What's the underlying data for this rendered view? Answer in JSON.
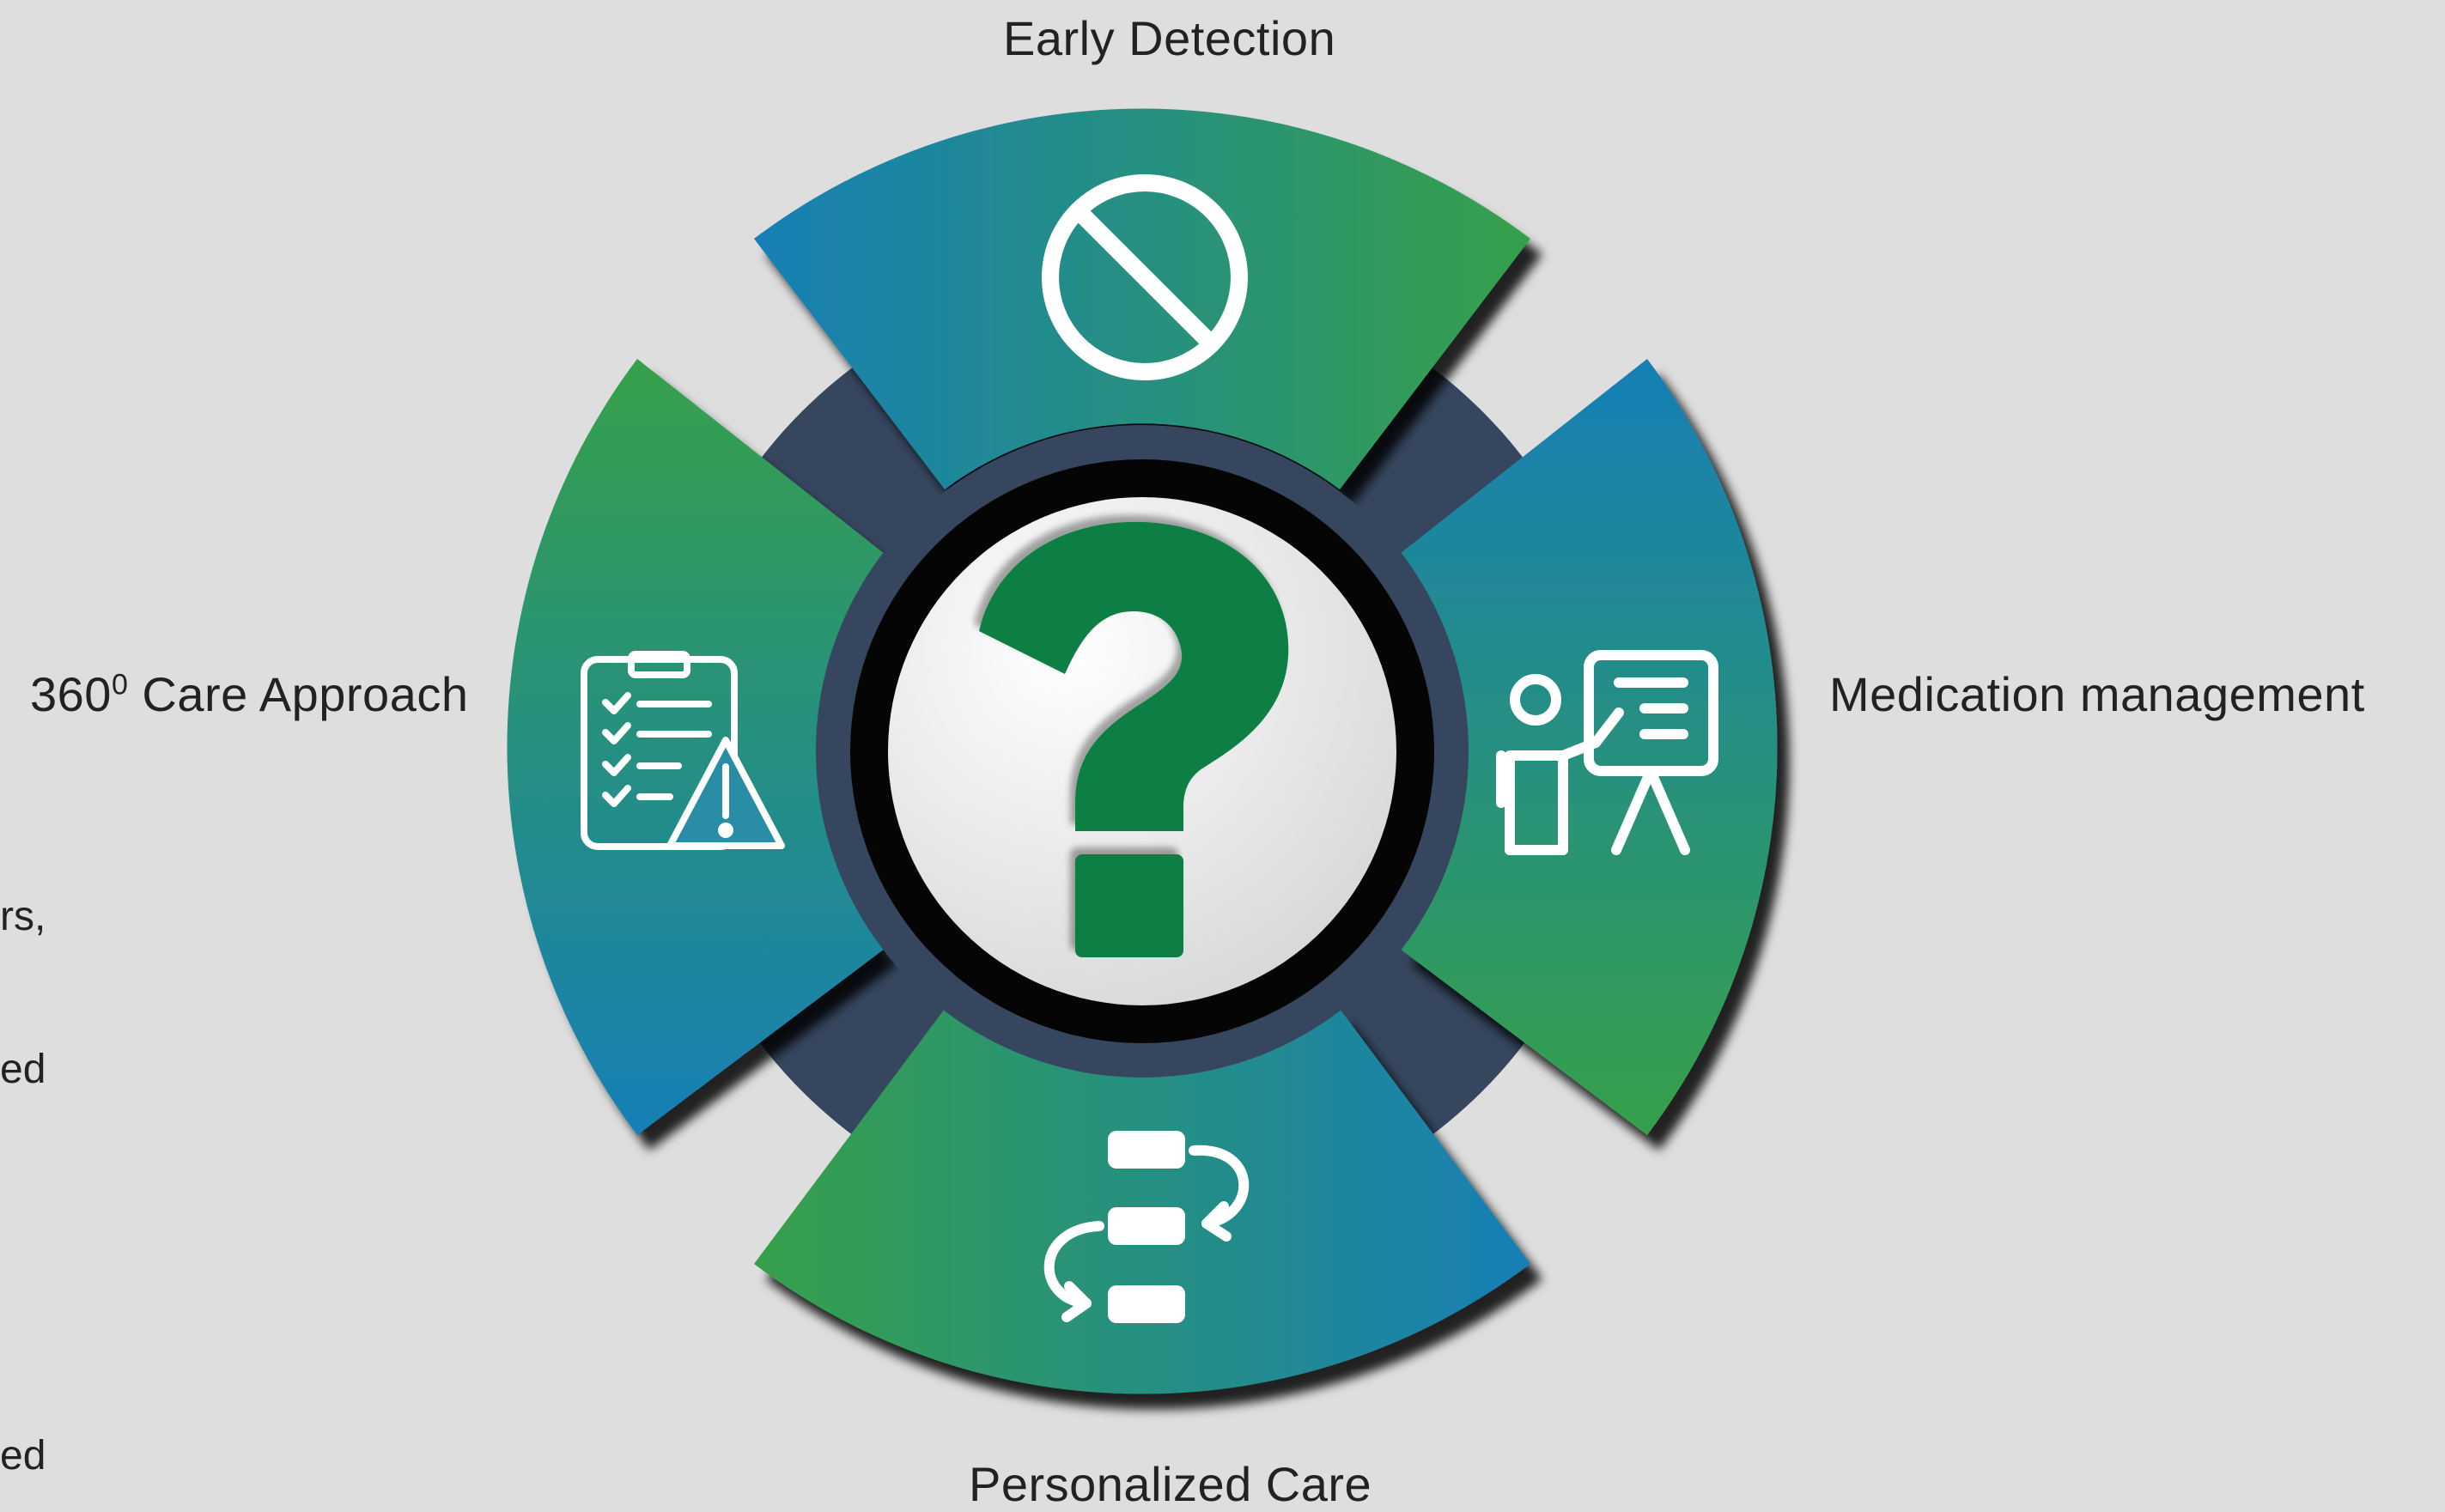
{
  "labels": {
    "top": "Early Detection",
    "left_prefix": "360",
    "left_sup": "0",
    "left_suffix": "Care Approach",
    "right": "Medication management",
    "bottom": "Personalized Care"
  },
  "center": {
    "symbol": "?"
  },
  "left_fragments": [
    "rs,",
    "ed",
    "ed"
  ],
  "segments": [
    {
      "position": "top",
      "icon": "prohibition-icon"
    },
    {
      "position": "right",
      "icon": "presentation-board-icon"
    },
    {
      "position": "bottom",
      "icon": "process-flow-icon"
    },
    {
      "position": "left",
      "icon": "checklist-warning-icon"
    }
  ],
  "colors": {
    "background": "#dedede",
    "ring_dark": "#36465e",
    "blue": "#177fb6",
    "green": "#36a04a",
    "question_green": "#0a7f45",
    "text": "#222222"
  }
}
